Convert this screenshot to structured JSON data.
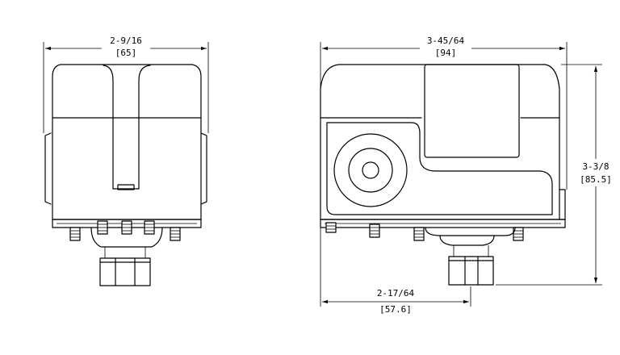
{
  "dimensions": {
    "front_width": {
      "imperial": "2-9/16",
      "metric": "[65]"
    },
    "side_width": {
      "imperial": "3-45/64",
      "metric": "[94]"
    },
    "side_height": {
      "imperial": "3-3/8",
      "metric": "[85.5]"
    },
    "port_offset": {
      "imperial": "2-17/64",
      "metric": "[57.6]"
    }
  },
  "colors": {
    "line": "#000000",
    "background": "#ffffff"
  }
}
